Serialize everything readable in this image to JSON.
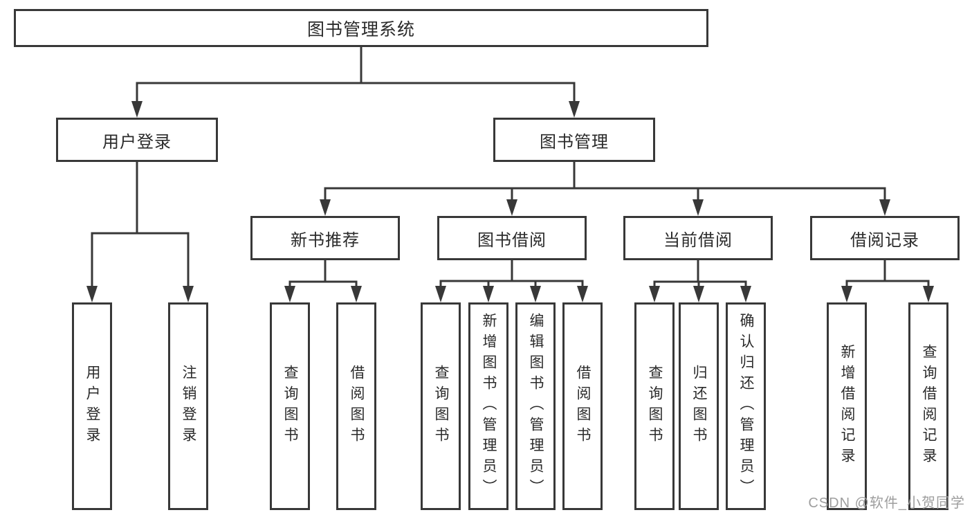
{
  "diagram": {
    "root_label": "图书管理系统",
    "level2": [
      {
        "label": "用户登录"
      },
      {
        "label": "图书管理"
      }
    ],
    "level3": [
      {
        "label": "新书推荐"
      },
      {
        "label": "图书借阅"
      },
      {
        "label": "当前借阅"
      },
      {
        "label": "借阅记录"
      }
    ],
    "leaves": [
      {
        "group": "用户登录",
        "label": "用户登录"
      },
      {
        "group": "用户登录",
        "label": "注销登录"
      },
      {
        "group": "新书推荐",
        "label": "查询图书"
      },
      {
        "group": "新书推荐",
        "label": "借阅图书"
      },
      {
        "group": "图书借阅",
        "label": "查询图书"
      },
      {
        "group": "图书借阅",
        "label": "新增图书（管理员）"
      },
      {
        "group": "图书借阅",
        "label": "编辑图书（管理员）"
      },
      {
        "group": "图书借阅",
        "label": "借阅图书"
      },
      {
        "group": "当前借阅",
        "label": "查询图书"
      },
      {
        "group": "当前借阅",
        "label": "归还图书"
      },
      {
        "group": "当前借阅",
        "label": "确认归还（管理员）"
      },
      {
        "group": "借阅记录",
        "label": "新增借阅记录"
      },
      {
        "group": "借阅记录",
        "label": "查询借阅记录"
      }
    ]
  },
  "watermark": "CSDN @软件_小贺同学",
  "colors": {
    "line": "#383838",
    "box_border": "#383838",
    "text": "#2a2a2a",
    "watermark": "#9e9e9e",
    "background": "#ffffff"
  }
}
